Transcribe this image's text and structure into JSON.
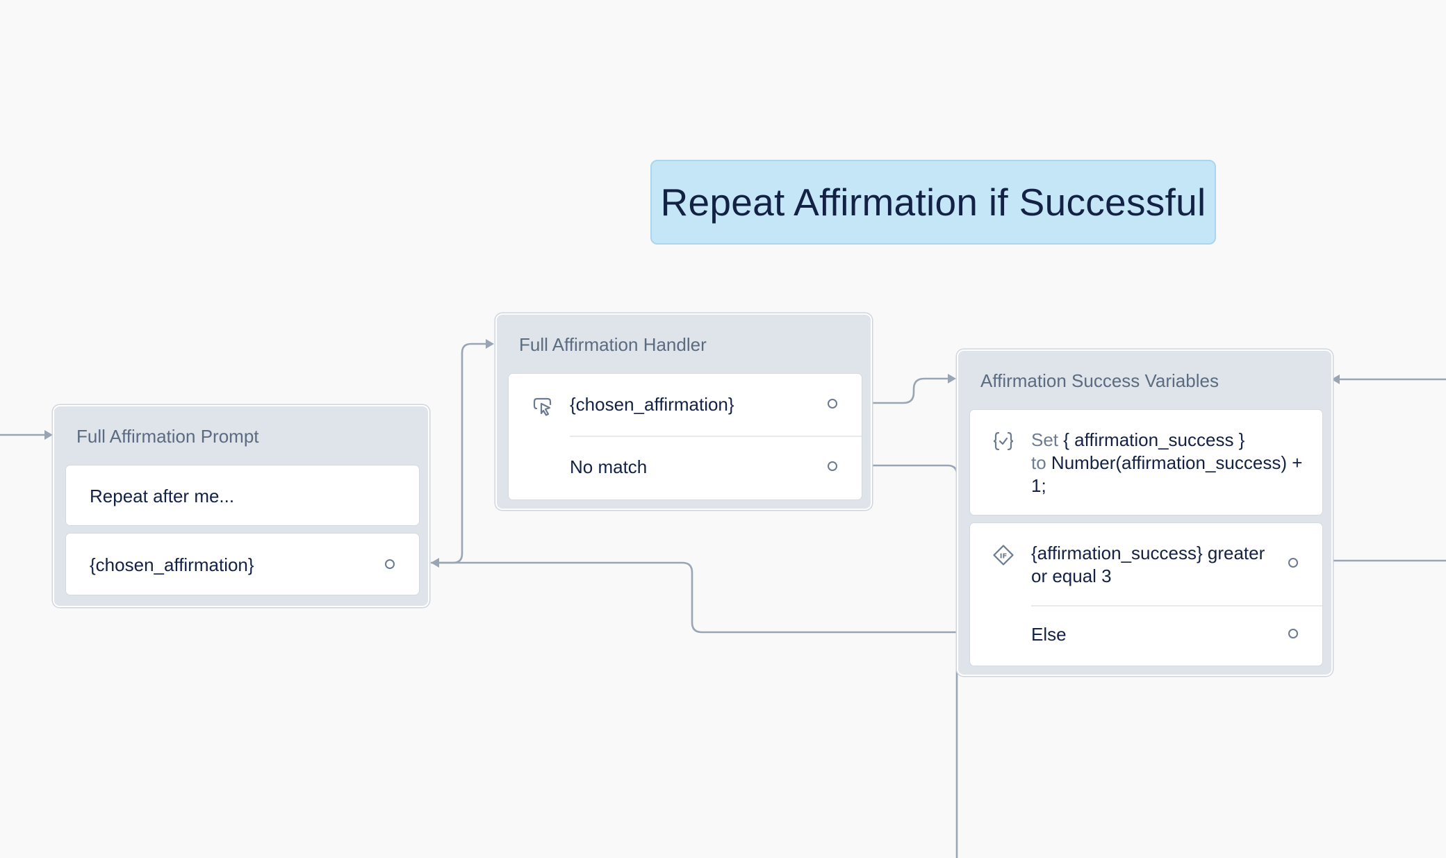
{
  "canvas": {
    "title_note": "Repeat Affirmation if Successful"
  },
  "blocks": {
    "prompt": {
      "title": "Full Affirmation Prompt",
      "steps": [
        {
          "text": "Repeat after me..."
        },
        {
          "text": "{chosen_affirmation}"
        }
      ]
    },
    "handler": {
      "title": "Full Affirmation Handler",
      "paths": [
        {
          "icon": "choice-cursor-icon",
          "text": "{chosen_affirmation}"
        },
        {
          "text": "No match"
        }
      ]
    },
    "variables": {
      "title": "Affirmation Success Variables",
      "set_step": {
        "icon": "set-variable-icon",
        "set_word": "Set",
        "variable": "{ affirmation_success }",
        "to_word": "to",
        "expression_line1": "Number(affirmation_success) +",
        "expression_line2": "1;"
      },
      "if_step": {
        "icon": "if-condition-icon",
        "condition_line1": "{affirmation_success} greater",
        "condition_line2": "or equal 3",
        "else_label": "Else"
      }
    }
  },
  "colors": {
    "canvas_bg": "#f9f9f9",
    "block_bg": "#dfe3ea",
    "note_bg": "#c5e6f7",
    "wire": "#9aa5b4",
    "text": "#132144",
    "block_title": "#5b6b80"
  }
}
